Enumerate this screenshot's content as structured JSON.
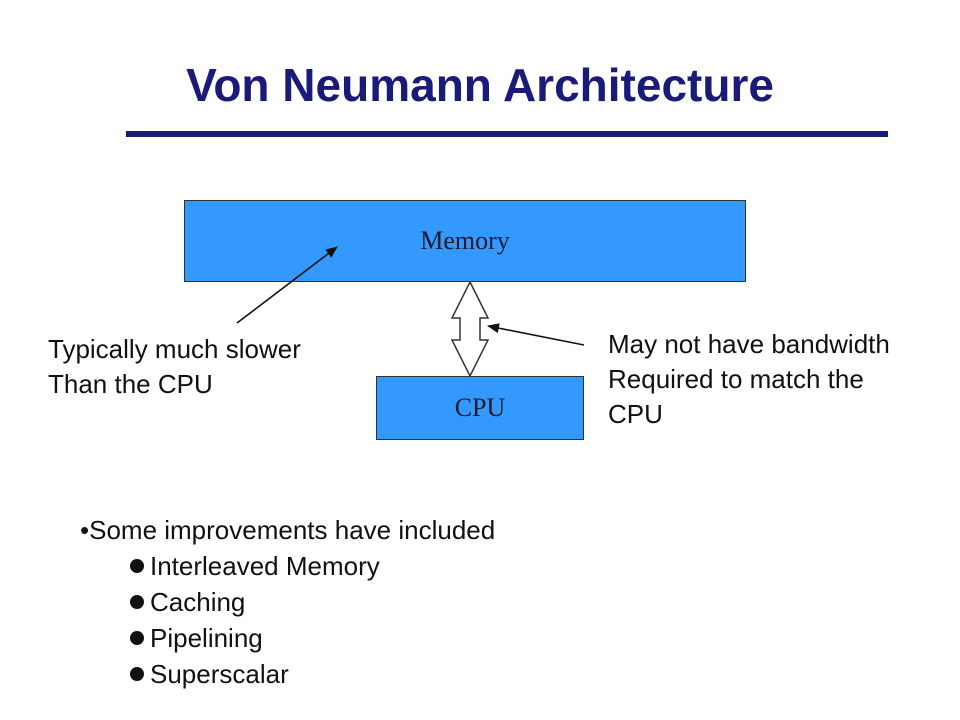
{
  "slide": {
    "title": "Von Neumann Architecture"
  },
  "diagram": {
    "memory_label": "Memory",
    "cpu_label": "CPU",
    "left_note": [
      "Typically much slower",
      "Than the CPU"
    ],
    "right_note": [
      "May not have bandwidth",
      "Required to match the",
      "CPU"
    ]
  },
  "bullets": {
    "main": "•Some improvements have included",
    "items": [
      "Interleaved Memory",
      "Caching",
      "Pipelining",
      "Superscalar"
    ]
  },
  "colors": {
    "title": "#1a1a7a",
    "box_fill": "#3399ff"
  }
}
